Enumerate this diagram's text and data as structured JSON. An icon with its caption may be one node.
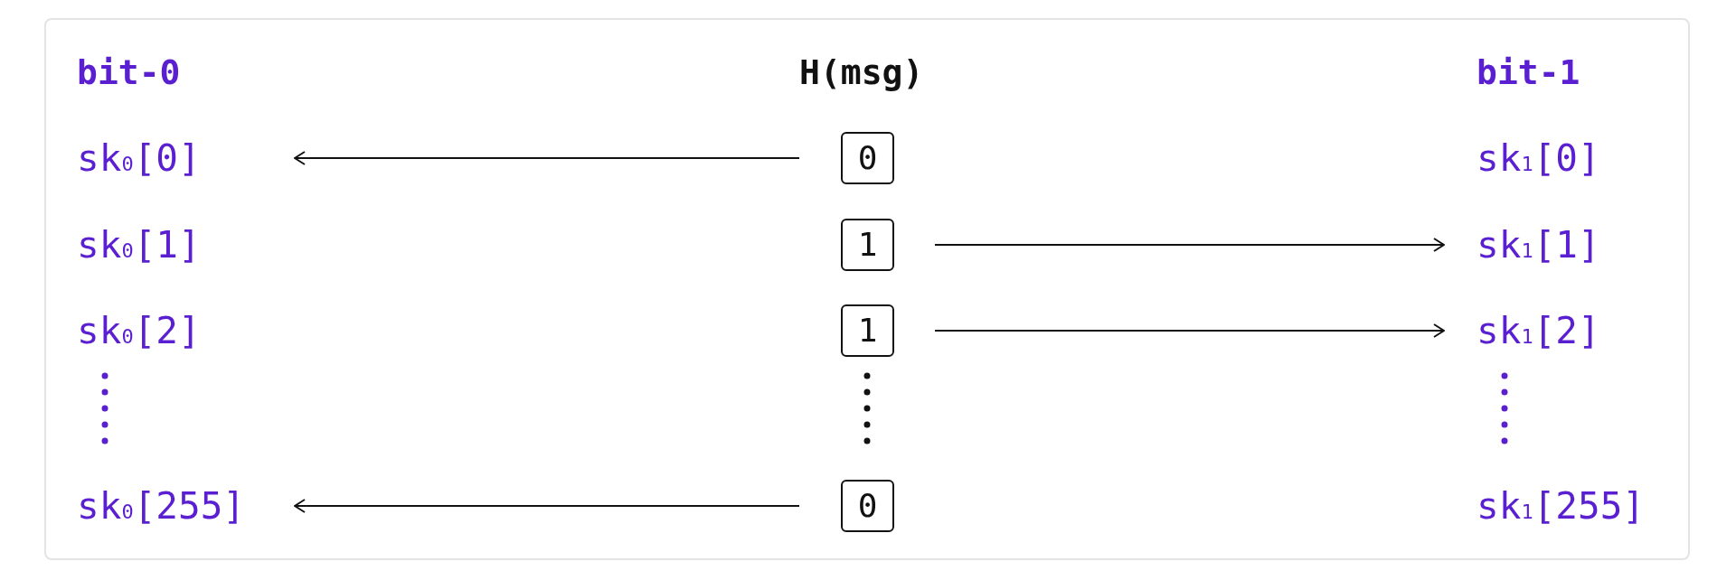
{
  "diagram": {
    "nodes": [
      {
        "text": [
          "sk$_{0}$[0]"
        ]
      },
      {
        "text": [
          "0"
        ]
      },
      {
        "text": [
          "sk$_{1}$[0]"
        ]
      },
      {
        "text": [
          "sk$_{0}$[1]"
        ]
      },
      {
        "text": [
          "1"
        ]
      },
      {
        "text": [
          "sk$_{1}$[1]"
        ]
      },
      {
        "text": [
          "sk$_{0}$[2]"
        ]
      },
      {
        "text": [
          "1"
        ]
      },
      {
        "text": [
          "sk$_{1}$[2]"
        ]
      },
      {
        "text": [
          "sk$_{0}$[255]"
        ]
      },
      {
        "text": [
          "0"
        ]
      },
      {
        "text": [
          "sk$_{1}$[255]"
        ]
      }
    ],
    "edges": [
      {
        "from": 1,
        "to": 0,
        "arrow": "to"
      },
      {
        "from": 4,
        "to": 5,
        "arrow": "to"
      },
      {
        "from": 7,
        "to": 8,
        "arrow": "to"
      },
      {
        "from": 10,
        "to": 9,
        "arrow": "to"
      }
    ],
    "labels": [
      "bit-0",
      "H(msg)",
      "bit-1"
    ]
  }
}
